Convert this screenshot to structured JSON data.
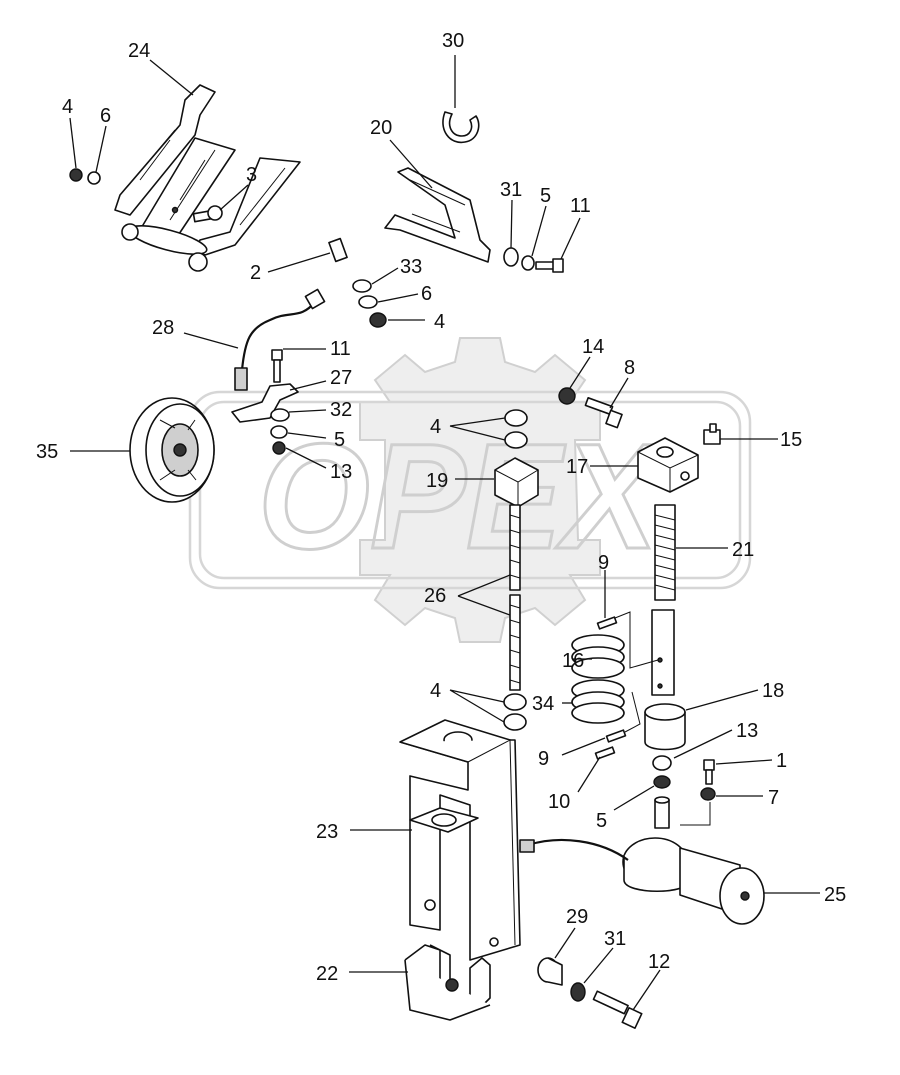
{
  "watermark": {
    "text": "OPEX"
  },
  "labels": [
    {
      "id": "c24",
      "text": "24"
    },
    {
      "id": "c4a",
      "text": "4"
    },
    {
      "id": "c6a",
      "text": "6"
    },
    {
      "id": "c3",
      "text": "3"
    },
    {
      "id": "c2",
      "text": "2"
    },
    {
      "id": "c30",
      "text": "30"
    },
    {
      "id": "c20",
      "text": "20"
    },
    {
      "id": "c31a",
      "text": "31"
    },
    {
      "id": "c5a",
      "text": "5"
    },
    {
      "id": "c11a",
      "text": "11"
    },
    {
      "id": "c33",
      "text": "33"
    },
    {
      "id": "c6b",
      "text": "6"
    },
    {
      "id": "c4b",
      "text": "4"
    },
    {
      "id": "c28",
      "text": "28"
    },
    {
      "id": "c11b",
      "text": "11"
    },
    {
      "id": "c27",
      "text": "27"
    },
    {
      "id": "c32",
      "text": "32"
    },
    {
      "id": "c5b",
      "text": "5"
    },
    {
      "id": "c13a",
      "text": "13"
    },
    {
      "id": "c35",
      "text": "35"
    },
    {
      "id": "c14",
      "text": "14"
    },
    {
      "id": "c8",
      "text": "8"
    },
    {
      "id": "c15",
      "text": "15"
    },
    {
      "id": "c4c",
      "text": "4"
    },
    {
      "id": "c19",
      "text": "19"
    },
    {
      "id": "c17",
      "text": "17"
    },
    {
      "id": "c21",
      "text": "21"
    },
    {
      "id": "c9a",
      "text": "9"
    },
    {
      "id": "c26",
      "text": "26"
    },
    {
      "id": "c16",
      "text": "16"
    },
    {
      "id": "c34",
      "text": "34"
    },
    {
      "id": "c4d",
      "text": "4"
    },
    {
      "id": "c18",
      "text": "18"
    },
    {
      "id": "c9b",
      "text": "9"
    },
    {
      "id": "c13b",
      "text": "13"
    },
    {
      "id": "c1",
      "text": "1"
    },
    {
      "id": "c10",
      "text": "10"
    },
    {
      "id": "c5c",
      "text": "5"
    },
    {
      "id": "c7",
      "text": "7"
    },
    {
      "id": "c23",
      "text": "23"
    },
    {
      "id": "c25",
      "text": "25"
    },
    {
      "id": "c29",
      "text": "29"
    },
    {
      "id": "c31b",
      "text": "31"
    },
    {
      "id": "c12",
      "text": "12"
    },
    {
      "id": "c22",
      "text": "22"
    }
  ]
}
